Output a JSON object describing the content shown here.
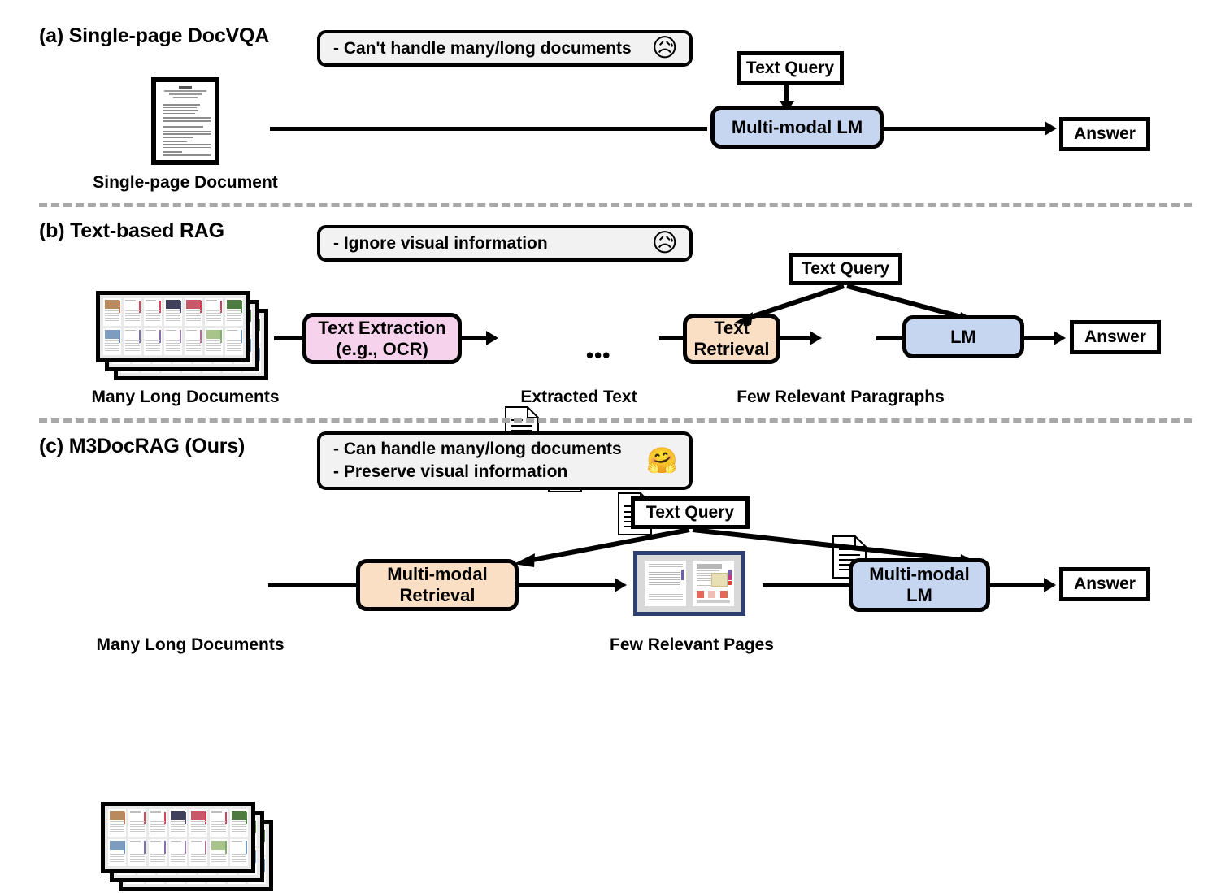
{
  "figure": {
    "sections": [
      {
        "id": "a",
        "title": "(a) Single-page DocVQA",
        "callout": {
          "lines": [
            "- Can't handle many/long documents"
          ],
          "emoji": "😥",
          "emoji_name": "sad-but-relieved-face"
        },
        "nodes": {
          "input_caption": "Single-page Document",
          "query": "Text Query",
          "model": "Multi-modal LM",
          "answer": "Answer"
        }
      },
      {
        "id": "b",
        "title": "(b) Text-based RAG",
        "callout": {
          "lines": [
            "- Ignore visual information"
          ],
          "emoji": "😥",
          "emoji_name": "sad-but-relieved-face"
        },
        "nodes": {
          "input_caption": "Many Long Documents",
          "extraction": "Text Extraction\n(e.g., OCR)",
          "extraction_line1": "Text Extraction",
          "extraction_line2": "(e.g., OCR)",
          "extracted_caption": "Extracted Text",
          "ellipsis": "•••",
          "retrieval_line1": "Text",
          "retrieval_line2": "Retrieval",
          "relevant_caption": "Few Relevant Paragraphs",
          "query": "Text Query",
          "model": "LM",
          "answer": "Answer"
        }
      },
      {
        "id": "c",
        "title": "(c) M3DocRAG (Ours)",
        "callout": {
          "lines": [
            "- Can handle many/long documents",
            "- Preserve visual information"
          ],
          "emoji": "🤗",
          "emoji_name": "hugging-face"
        },
        "nodes": {
          "input_caption": "Many Long Documents",
          "retrieval_line1": "Multi-modal",
          "retrieval_line2": "Retrieval",
          "relevant_caption": "Few Relevant Pages",
          "query": "Text Query",
          "model_line1": "Multi-modal",
          "model_line2": "LM",
          "answer": "Answer"
        }
      }
    ],
    "colors": {
      "model_blue": "#c6d6f1",
      "retrieval_orange": "#fbdfc5",
      "extraction_pink": "#f6d2ec",
      "callout_gray": "#f2f2f2",
      "separator_gray": "#a8a8a8",
      "relevant_pages_border": "#2d4070",
      "stroke": "#000000"
    }
  }
}
